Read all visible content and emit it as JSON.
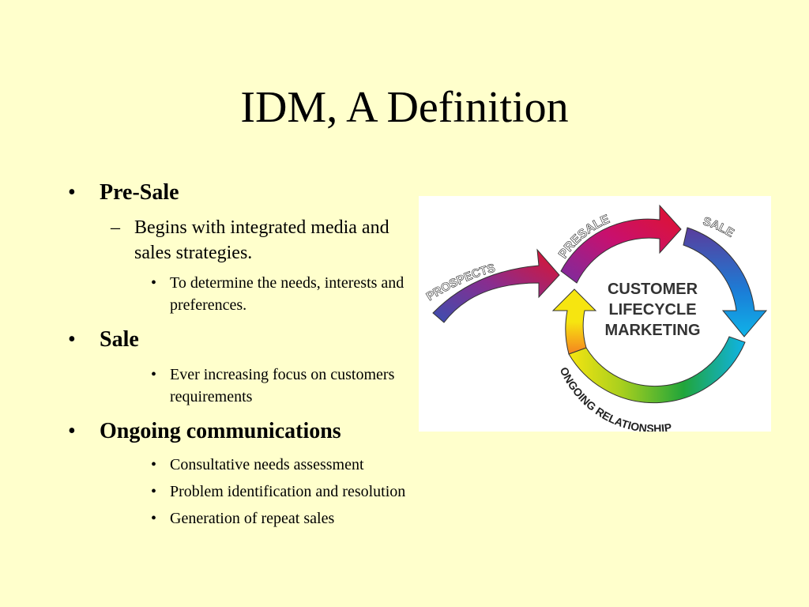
{
  "slide": {
    "title": "IDM, A Definition"
  },
  "bullets": [
    {
      "label": "Pre-Sale",
      "sub": {
        "text": "Begins with integrated media and sales strategies.",
        "items": [
          "To determine the needs, interests and preferences."
        ]
      }
    },
    {
      "label": "Sale",
      "items": [
        "Ever increasing focus on customers requirements"
      ]
    },
    {
      "label": "Ongoing communications",
      "items": [
        "Consultative needs assessment",
        "Problem identification and resolution",
        "Generation of repeat sales"
      ]
    }
  ],
  "diagram": {
    "prospects_label": "PROSPECTS",
    "presale_label": "PRESALE",
    "sale_label": "SALE",
    "ongoing_label": "ONGOING RELATIONSHIP",
    "center_line1": "CUSTOMER",
    "center_line2": "LIFECYCLE",
    "center_line3": "MARKETING",
    "colors": {
      "magenta": "#C8106E",
      "red": "#E0132B",
      "purple": "#5A3C9C",
      "blue": "#1A7FD8",
      "cyan": "#0FB3E8",
      "green": "#21A53A",
      "lime": "#A8CF1E",
      "yellow": "#F6E510",
      "orange": "#F58220"
    }
  }
}
